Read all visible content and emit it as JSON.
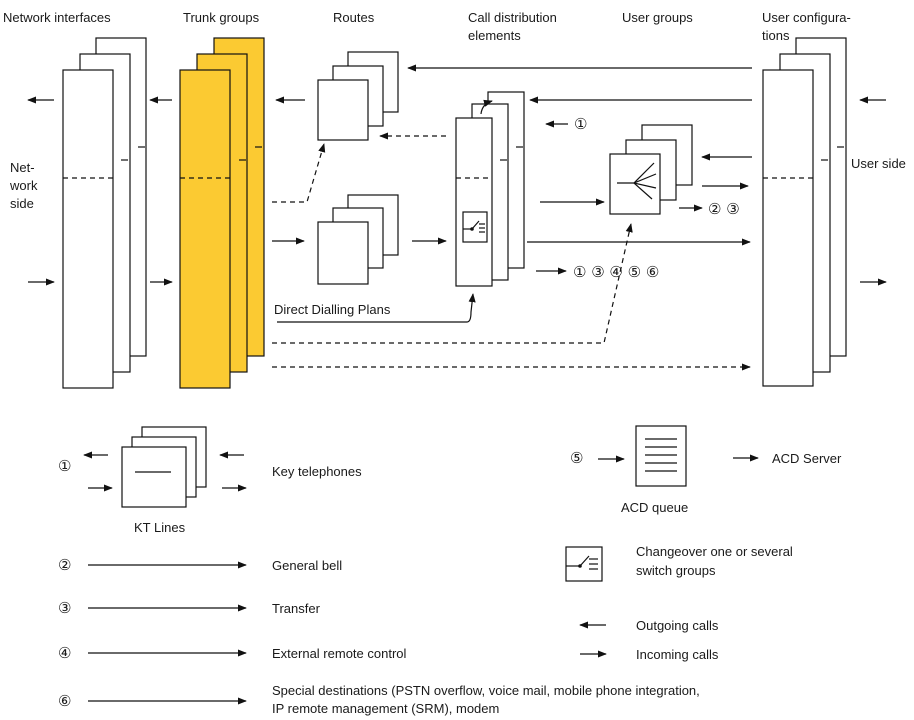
{
  "columns": {
    "network_interfaces": "Network interfaces",
    "trunk_groups": "Trunk groups",
    "routes": "Routes",
    "call_distribution_1": "Call distribution",
    "call_distribution_2": "elements",
    "user_groups": "User groups",
    "user_config_1": "User configura-",
    "user_config_2": "tions"
  },
  "sides": {
    "network_1": "Net-",
    "network_2": "work",
    "network_3": "side",
    "user": "User side"
  },
  "markers": {
    "m1": "①",
    "m23": "② ③",
    "m13456": "① ③ ④ ⑤ ⑥",
    "m1b": "①",
    "m2": "②",
    "m3": "③",
    "m4": "④",
    "m5": "⑤",
    "m6": "⑥"
  },
  "labels": {
    "direct_dialling": "Direct Dialling Plans",
    "key_telephones": "Key telephones",
    "kt_lines": "KT Lines",
    "acd_queue": "ACD queue",
    "acd_server": "ACD Server",
    "general_bell": "General bell",
    "transfer": "Transfer",
    "external_remote": "External remote control",
    "special_1": "Special destinations (PSTN overflow, voice mail, mobile phone integration,",
    "special_2": "IP remote management (SRM), modem"
  },
  "legend": {
    "changeover_1": "Changeover one or several",
    "changeover_2": "switch groups",
    "outgoing": "Outgoing calls",
    "incoming": "Incoming calls"
  },
  "colors": {
    "trunk_fill": "#fbca32",
    "line": "#111111"
  }
}
